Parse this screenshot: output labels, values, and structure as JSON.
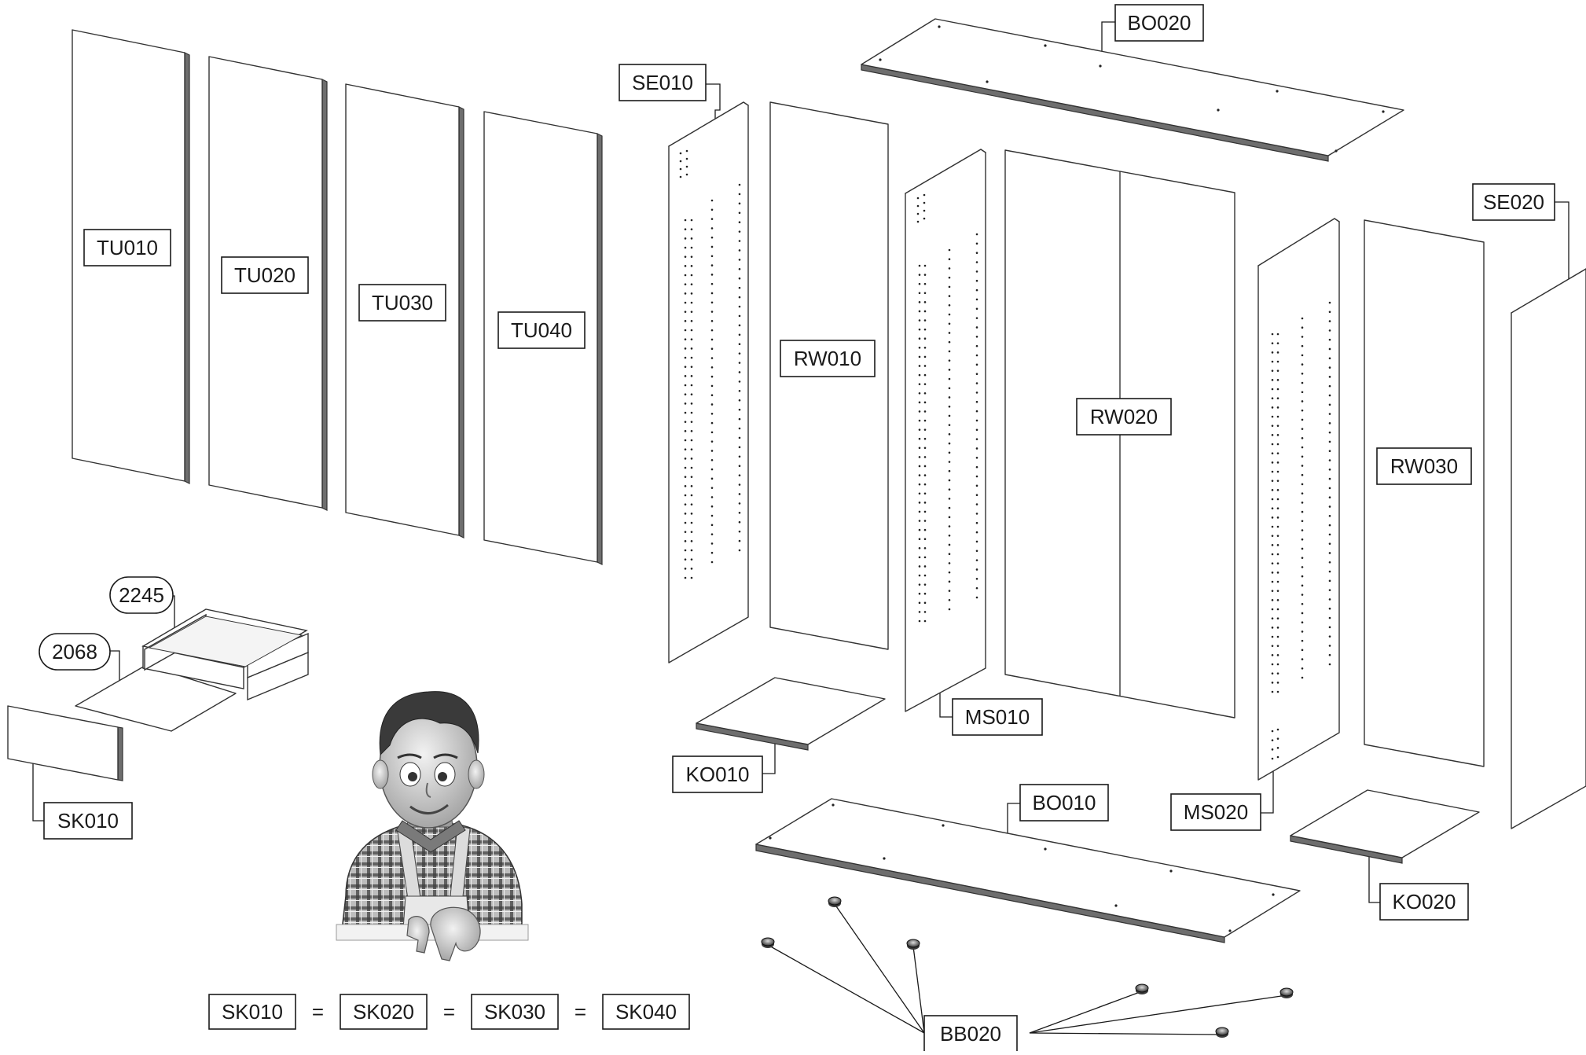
{
  "colors": {
    "ink": "#1a1a1a",
    "panel": "#ffffff",
    "edge": "#333333",
    "hole": "#222222"
  },
  "labels": {
    "tu010": "TU010",
    "tu020": "TU020",
    "tu030": "TU030",
    "tu040": "TU040",
    "se010": "SE010",
    "se020": "SE020",
    "rw010": "RW010",
    "rw020": "RW020",
    "rw030": "RW030",
    "bo010": "BO010",
    "bo020": "BO020",
    "ms010": "MS010",
    "ms020": "MS020",
    "ko010": "KO010",
    "ko020": "KO020",
    "sk010": "SK010",
    "bb020": "BB020",
    "callout_2245": "2245",
    "callout_2068": "2068"
  },
  "equivalence": {
    "items": [
      "SK010",
      "SK020",
      "SK030",
      "SK040"
    ],
    "separator": "="
  },
  "icons": {
    "mascot": "cartoon-handyman-mascot-icon",
    "foot": "furniture-foot-icon"
  }
}
